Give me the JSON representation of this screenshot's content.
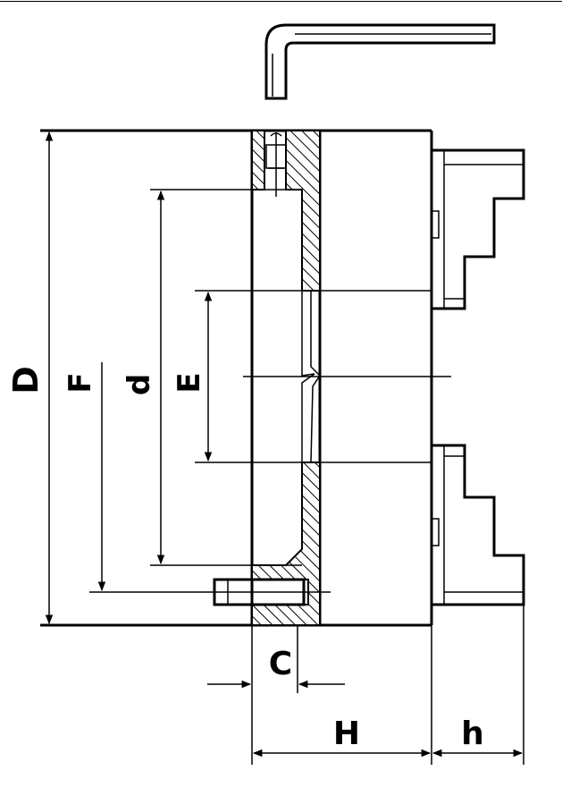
{
  "labels": {
    "D": "D",
    "F": "F",
    "d": "d",
    "E": "E",
    "C": "C",
    "H": "H",
    "h": "h"
  },
  "colors": {
    "line": "#000000",
    "background": "#ffffff"
  }
}
